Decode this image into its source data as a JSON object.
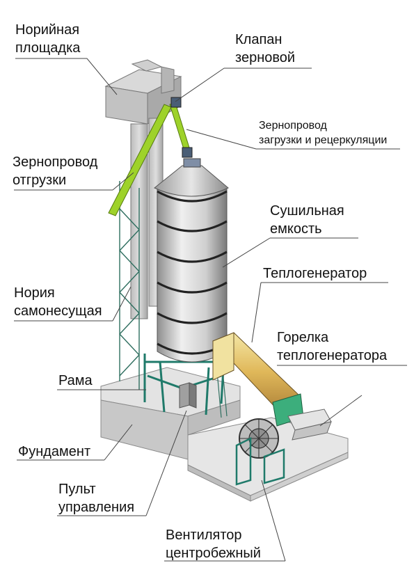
{
  "labels": {
    "noria_platform": [
      "Норийная",
      "площадка"
    ],
    "grain_valve": [
      "Клапан",
      "зерновой"
    ],
    "loading_pipe": [
      "Зернопровод",
      "загрузки и рецеркуляции"
    ],
    "shipping_pipe": [
      "Зернопровод",
      "отгрузки"
    ],
    "drying_tank": [
      "Сушильная",
      "емкость"
    ],
    "heat_generator": [
      "Теплогенератор"
    ],
    "noria": [
      "Нория",
      "самонесущая"
    ],
    "burner": [
      "Горелка",
      "теплогенератора"
    ],
    "frame": [
      "Рама"
    ],
    "foundation": [
      "Фундамент"
    ],
    "control_panel": [
      "Пульт",
      "управления"
    ],
    "fan": [
      "Вентилятор",
      "центробежный"
    ]
  },
  "colors": {
    "grain_pipe": "#9ed22a",
    "burner_body": "#e3c46a",
    "fan_duct": "#3cae7c",
    "frame_steel": "#1f7a6a",
    "concrete": "#d2d2d2",
    "tank_silver": "#c9c9c9"
  }
}
